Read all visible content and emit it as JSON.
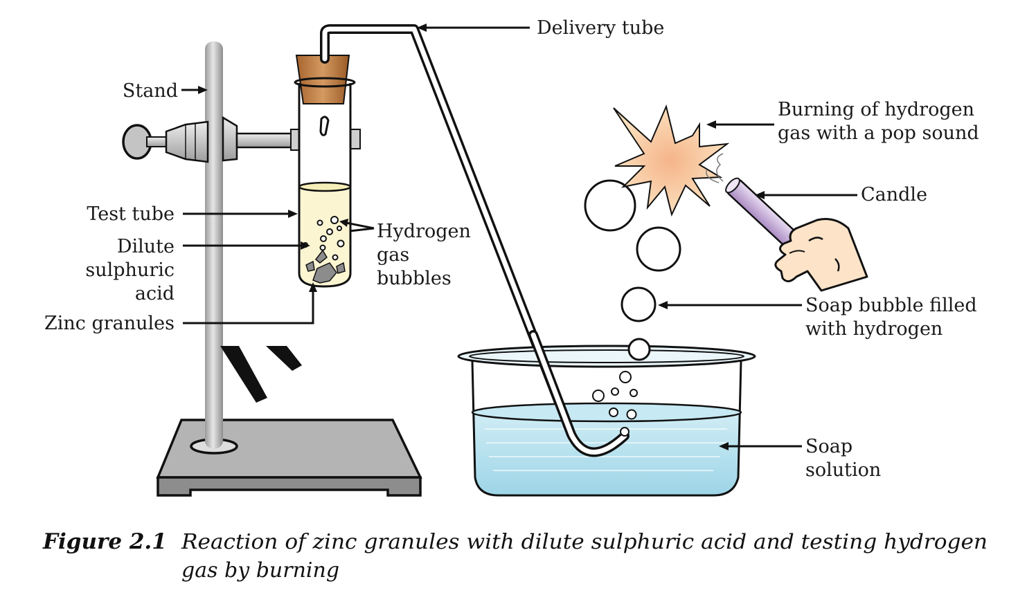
{
  "labels": {
    "delivery_tube": "Delivery tube",
    "stand": "Stand",
    "test_tube": "Test tube",
    "acid_1": "Dilute",
    "acid_2": "sulphuric",
    "acid_3": "acid",
    "zinc": "Zinc granules",
    "h2_1": "Hydrogen",
    "h2_2": "gas",
    "h2_3": "bubbles",
    "burn_1": "Burning of hydrogen",
    "burn_2": "gas with a pop sound",
    "candle": "Candle",
    "soap_bubble_1": "Soap bubble filled",
    "soap_bubble_2": "with hydrogen",
    "soap_sol_1": "Soap",
    "soap_sol_2": "solution"
  },
  "caption": {
    "number": "Figure 2.1",
    "line1": "Reaction of zinc granules with dilute sulphuric acid and testing hydrogen",
    "line2": "gas by burning"
  },
  "colors": {
    "cork": "#c8864e",
    "acid": "#fbf5d2",
    "water": "#a9dcea",
    "flame": "#f7cfa3",
    "candle": "#cdb6dc",
    "skin": "#fde3c8",
    "metal": "#c9c9c9"
  }
}
